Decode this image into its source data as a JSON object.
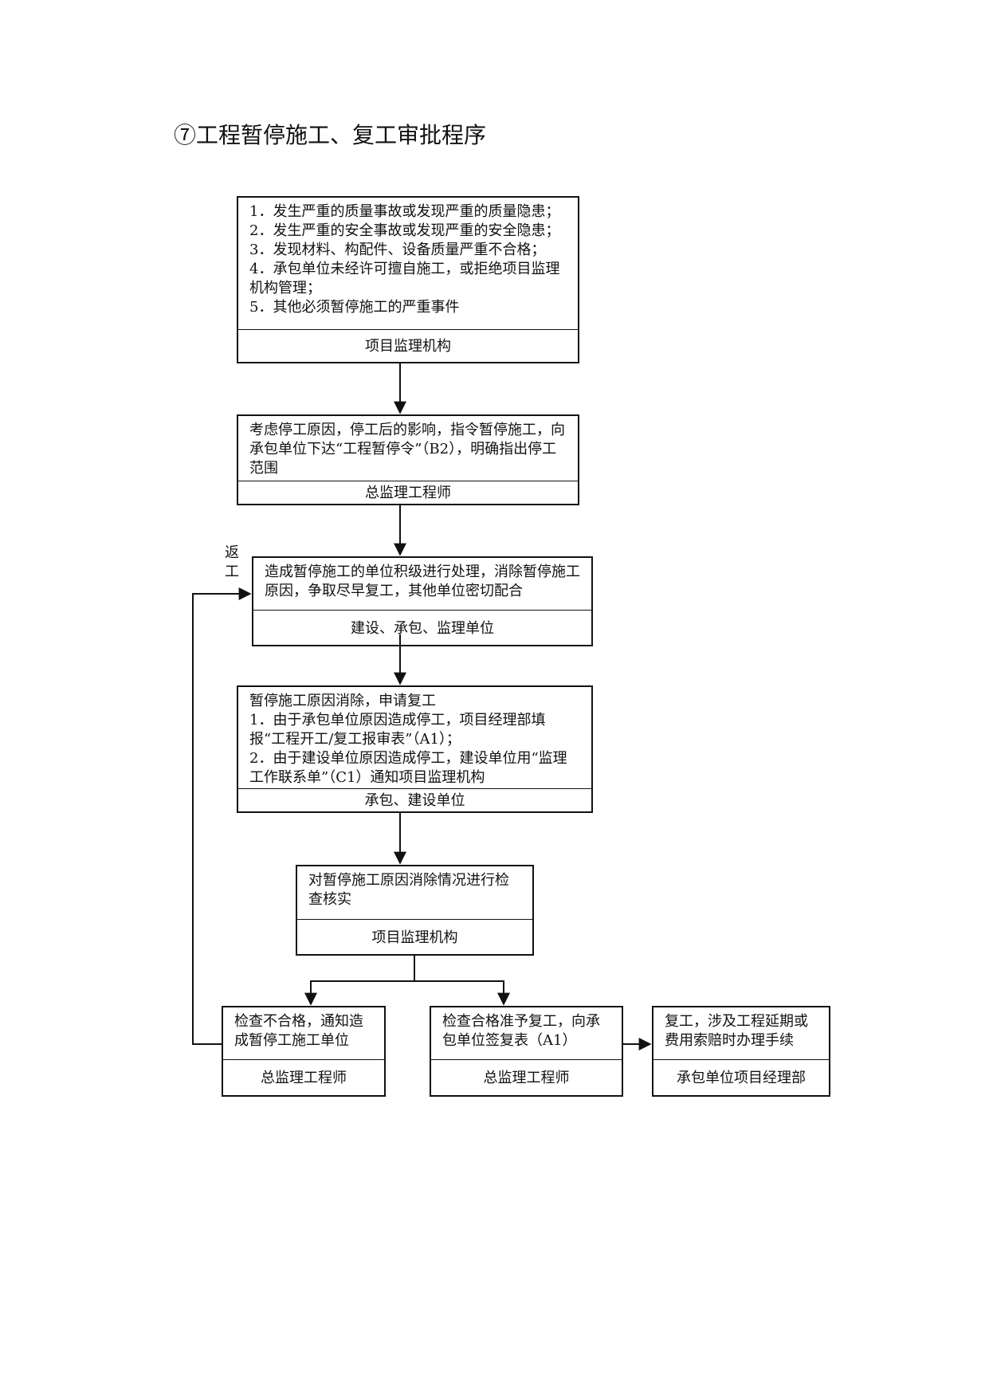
{
  "title": "⑦工程暂停施工、复工审批程序",
  "return_label": "返工",
  "boxes": {
    "b1": {
      "lines": [
        "1．发生严重的质量事故或发现严重的质量隐患；",
        "2．发生严重的安全事故或发现严重的安全隐患；",
        "3．发现材料、构配件、设备质量严重不合格；",
        "4．承包单位未经许可擅自施工，或拒绝项目监理机构管理；",
        "5．其他必须暂停施工的严重事件"
      ],
      "footer": "项目监理机构"
    },
    "b2": {
      "text": "考虑停工原因，停工后的影响，指令暂停施工，向承包单位下达“工程暂停令”（B2），明确指出停工范围",
      "footer": "总监理工程师"
    },
    "b3": {
      "text": "造成暂停施工的单位积级进行处理，消除暂停施工原因，争取尽早复工，其他单位密切配合",
      "footer": "建设、承包、监理单位"
    },
    "b4": {
      "lines": [
        "暂停施工原因消除，申请复工",
        "1．由于承包单位原因造成停工，项目经理部填报“工程开工/复工报审表”（A1）；",
        "2．由于建设单位原因造成停工，建设单位用“监理工作联系单”（C1）通知项目监理机构"
      ],
      "footer": "承包、建设单位"
    },
    "b5": {
      "text": "对暂停施工原因消除情况进行检查核实",
      "footer": "项目监理机构"
    },
    "b6": {
      "text": "检查不合格，通知造成暂停工施工单位",
      "footer": "总监理工程师"
    },
    "b7": {
      "text": "检查合格准予复工，向承包单位签复表（A1）",
      "footer": "总监理工程师"
    },
    "b8": {
      "text": "复工，涉及工程延期或费用索赔时办理手续",
      "footer": "承包单位项目经理部"
    }
  }
}
